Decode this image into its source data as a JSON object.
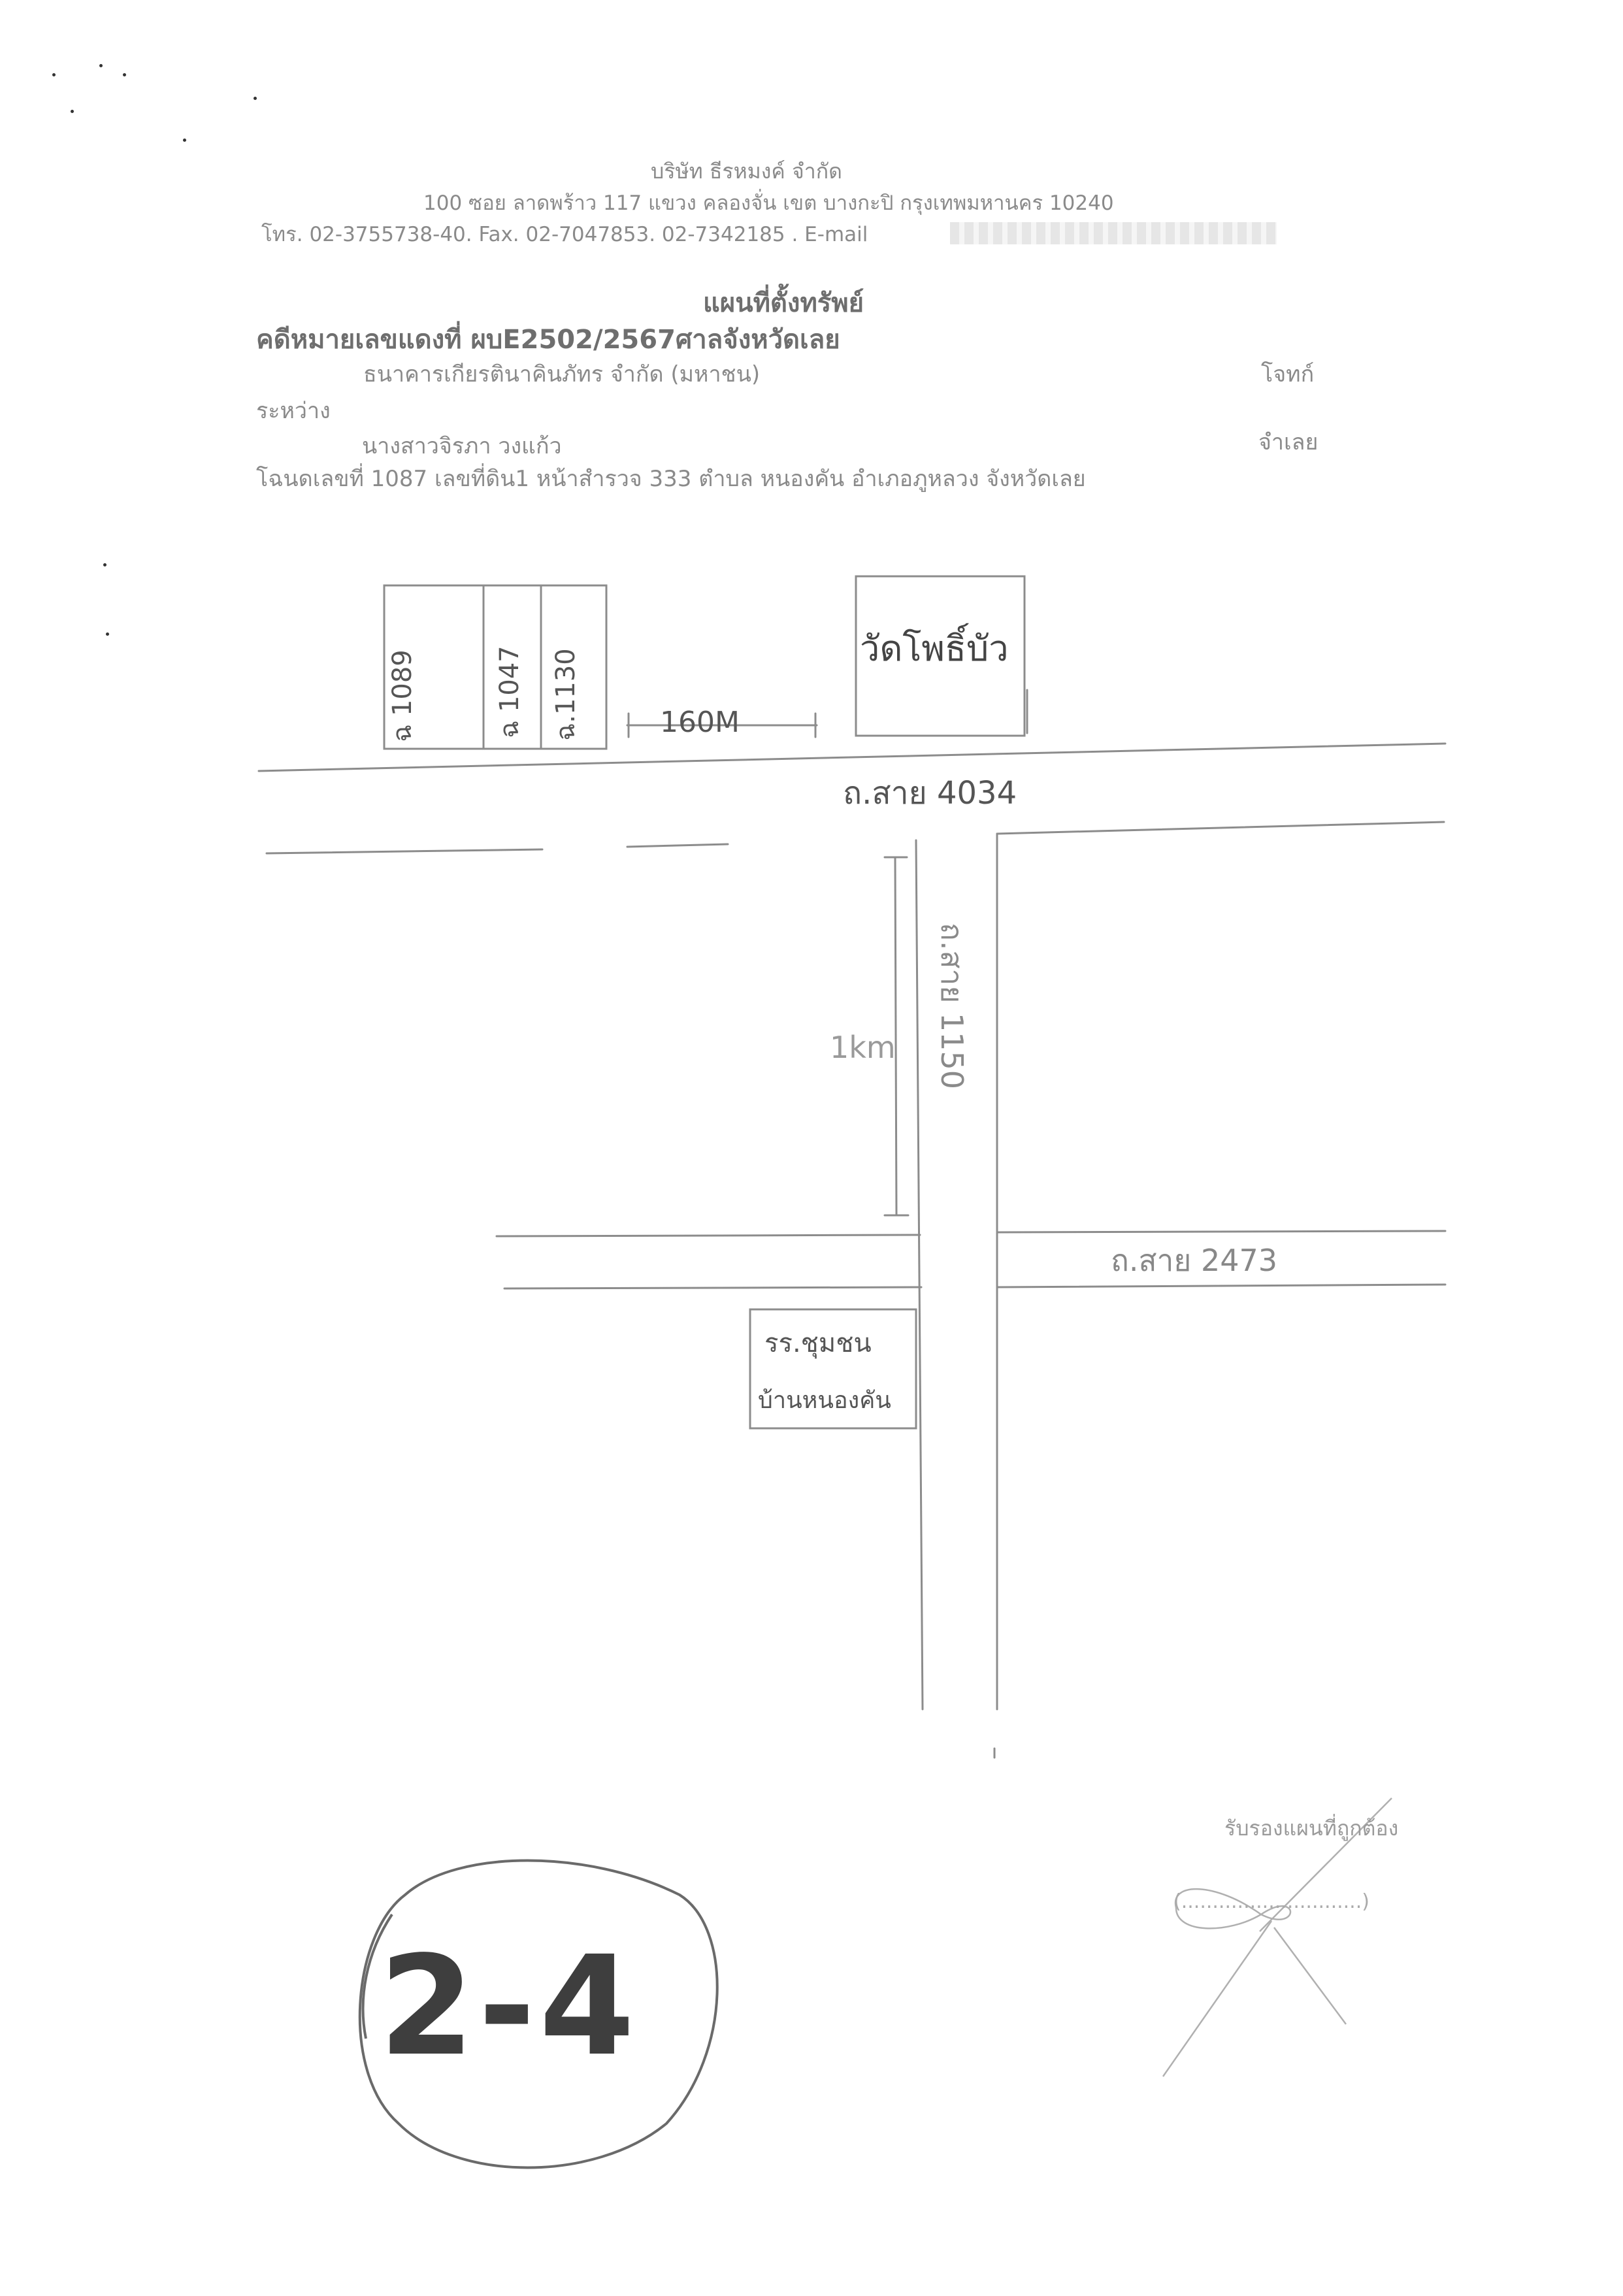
{
  "header": {
    "company": "บริษัท ธีรหมงค์ จำกัด",
    "address": "100  ซอย ลาดพร้าว 117   แขวง คลองจั่น   เขต บางกะปิ   กรุงเทพมหานคร  10240",
    "contact": "โทร. 02-3755738-40. Fax.  02-7047853. 02-7342185 . E-mail"
  },
  "document": {
    "title": "แผนที่ตั้งทรัพย์",
    "case_line": "คดีหมายเลขแดงที่ ผบE2502/2567ศาลจังหวัดเลย",
    "plaintiff": "ธนาคารเกียรตินาคินภัทร จำกัด (มหาชน)",
    "plaintiff_role": "โจทก์",
    "between": "ระหว่าง",
    "defendant": "นางสาวจิรภา วงแก้ว",
    "defendant_role": "จำเลย",
    "deed_line": "โฉนดเลขที่ 1087 เลขที่ดิน1 หน้าสำรวจ 333  ตำบล หนองคัน อำเภอภูหลวง จังหวัดเลย"
  },
  "map": {
    "plots": [
      "ฉ 1089",
      "ฉ 1047",
      "ฉ.1130"
    ],
    "temple": "วัดโพธิ์บัว",
    "distance_top": "160M",
    "road_main": "ถ.สาย 4034",
    "road_vertical": "ถ.สาย 1150",
    "distance_vertical": "1km",
    "road_lower": "ถ.สาย 2473",
    "school_line1": "รร.ชุมชน",
    "school_line2": "บ้านหนองคัน"
  },
  "footer": {
    "certify": "รับรองแผนที่ถูกต้อง",
    "signature_blank": "(.............................)",
    "page_mark": "2-4"
  }
}
